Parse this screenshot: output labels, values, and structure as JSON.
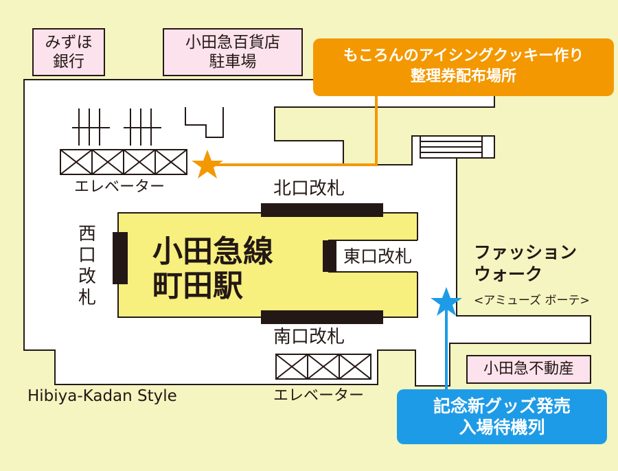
{
  "buildings": {
    "mizuho_line1": "みずほ",
    "mizuho_line2": "銀行",
    "odakyu_dept_line1": "小田急百貨店",
    "odakyu_dept_line2": "駐車場",
    "odakyu_realestate": "小田急不動産",
    "hibiya": "Hibiya-Kadan Style"
  },
  "station": {
    "name_line1": "小田急線",
    "name_line2": "町田駅"
  },
  "gates": {
    "north": "北口改札",
    "east": "東口改札",
    "south": "南口改札",
    "west": [
      "西",
      "口",
      "改",
      "札"
    ]
  },
  "elevators": {
    "north": "エレベーター",
    "south": "エレベーター"
  },
  "fashion_walk": {
    "line1": "ファッション",
    "line2": "ウォーク",
    "line3": "<アミューズ ボーテ>"
  },
  "callouts": {
    "orange": {
      "line1": "もころんのアイシングクッキー作り",
      "line2": "整理券配布場所",
      "color": "#f39800"
    },
    "blue": {
      "line1": "記念新グッズ発売",
      "line2": "入場待機列",
      "color": "#1e9be6"
    }
  },
  "colors": {
    "background": "#f4f5c0",
    "corridor": "#ffffff",
    "station": "#f7ef7e",
    "building": "#fbe2ec",
    "gate": "#231815"
  }
}
